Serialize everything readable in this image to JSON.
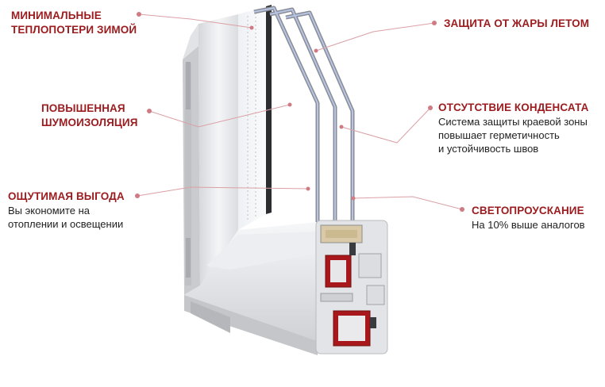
{
  "callouts": {
    "min_heat_loss": {
      "title_line1": "МИНИМАЛЬНЫЕ",
      "title_line2": "ТЕПЛОПОТЕРИ ЗИМОЙ"
    },
    "noise": {
      "title_line1": "ПОВЫШЕННАЯ",
      "title_line2": "ШУМОИЗОЛЯЦИЯ"
    },
    "benefit": {
      "title": "ОЩУТИМАЯ ВЫГОДА",
      "desc_line1": "Вы экономите на",
      "desc_line2": "отоплении и освещении"
    },
    "heat_protection": {
      "title": "ЗАЩИТА ОТ ЖАРЫ ЛЕТОМ"
    },
    "condensate": {
      "title": "ОТСУТСТВИЕ КОНДЕНСАТА",
      "desc_line1": "Система защиты краевой зоны",
      "desc_line2": "повышает герметичность",
      "desc_line3": "и устойчивость швов"
    },
    "light": {
      "title": "СВЕТОПРОУСКАНИЕ",
      "desc_line1": "На 10% выше аналогов"
    }
  },
  "colors": {
    "accent": "#9b1b1e",
    "leader": "#dba0a6",
    "frame": "#e8e9ec",
    "profile_steel": "#a8171b"
  }
}
